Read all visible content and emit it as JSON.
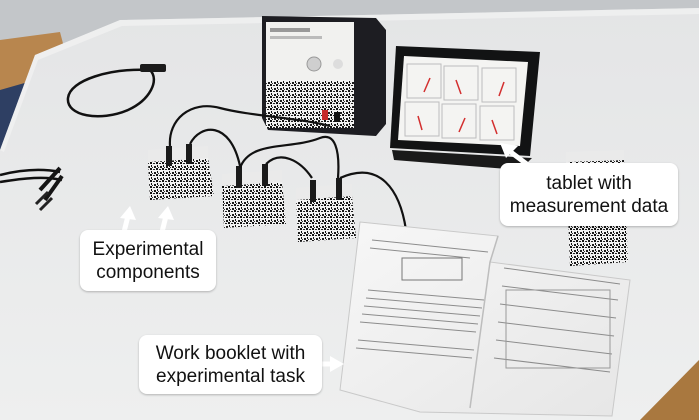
{
  "photo": {
    "colors": {
      "table": "#e9eaea",
      "wall": "#bfc3c6",
      "carpet": "#2e3f63",
      "chair": "#b8864e",
      "device": "#1d1d22",
      "tablet_frame": "#121314",
      "callout_bg": "#ffffff",
      "arrow": "#ffffff"
    },
    "objects": [
      "power-supply",
      "tablet",
      "component-block",
      "booklet",
      "cable",
      "chair"
    ]
  },
  "callouts": {
    "tablet": {
      "line1": "tablet with",
      "line2": "measurement data"
    },
    "components": {
      "line1": "Experimental",
      "line2": "components"
    },
    "booklet": {
      "line1": "Work booklet with",
      "line2": "experimental task"
    }
  }
}
